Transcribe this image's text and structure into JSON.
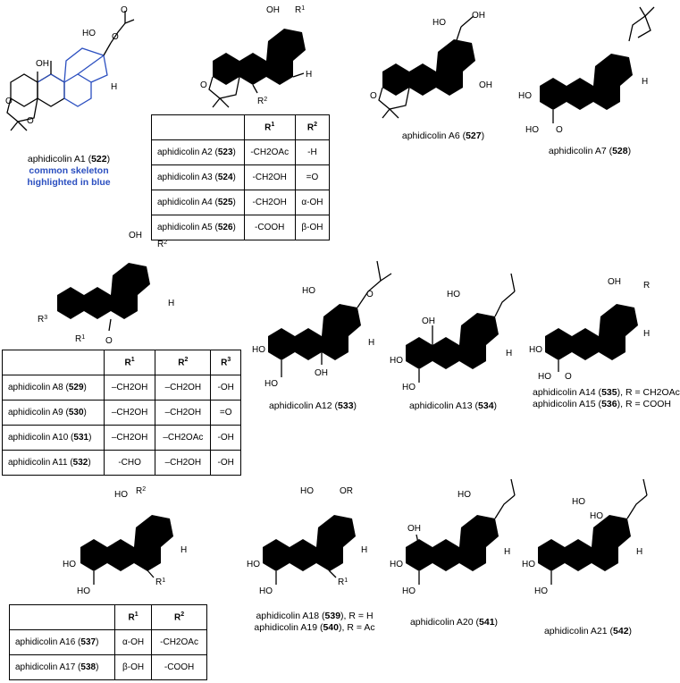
{
  "compounds": {
    "a1": {
      "name": "aphidicolin A1",
      "number": "522",
      "note1": "common skeleton",
      "note2": "highlighted in blue"
    },
    "a6": {
      "name": "aphidicolin A6",
      "number": "527"
    },
    "a7": {
      "name": "aphidicolin A7",
      "number": "528"
    },
    "a12": {
      "name": "aphidicolin A12",
      "number": "533"
    },
    "a13": {
      "name": "aphidicolin A13",
      "number": "534"
    },
    "a14": {
      "name": "aphidicolin A14",
      "number": "535",
      "r": "R = CH2OAc"
    },
    "a15": {
      "name": "aphidicolin A15",
      "number": "536",
      "r": "R = COOH"
    },
    "a18": {
      "name": "aphidicolin A18",
      "number": "539",
      "r": "R = H"
    },
    "a19": {
      "name": "aphidicolin A19",
      "number": "540",
      "r": "R = Ac"
    },
    "a20": {
      "name": "aphidicolin A20",
      "number": "541"
    },
    "a21": {
      "name": "aphidicolin A21",
      "number": "542"
    }
  },
  "table1": {
    "headers": [
      "",
      "R1",
      "R2"
    ],
    "rows": [
      {
        "name": "aphidicolin A2",
        "num": "523",
        "r1": "-CH2OAc",
        "r2": "-H"
      },
      {
        "name": "aphidicolin A3",
        "num": "524",
        "r1": "-CH2OH",
        "r2": "=O"
      },
      {
        "name": "aphidicolin A4",
        "num": "525",
        "r1": "-CH2OH",
        "r2": "α-OH"
      },
      {
        "name": "aphidicolin A5",
        "num": "526",
        "r1": "-COOH",
        "r2": "β-OH"
      }
    ]
  },
  "table2": {
    "headers": [
      "",
      "R1",
      "R2",
      "R3"
    ],
    "rows": [
      {
        "name": "aphidicolin A8",
        "num": "529",
        "r1": "–CH2OH",
        "r2": "–CH2OH",
        "r3": "-OH"
      },
      {
        "name": "aphidicolin A9",
        "num": "530",
        "r1": "–CH2OH",
        "r2": "–CH2OH",
        "r3": "=O"
      },
      {
        "name": "aphidicolin A10",
        "num": "531",
        "r1": "–CH2OH",
        "r2": "–CH2OAc",
        "r3": "-OH"
      },
      {
        "name": "aphidicolin A11",
        "num": "532",
        "r1": "-CHO",
        "r2": "–CH2OH",
        "r3": "-OH"
      }
    ]
  },
  "table3": {
    "headers": [
      "",
      "R1",
      "R2"
    ],
    "rows": [
      {
        "name": "aphidicolin A16",
        "num": "537",
        "r1": "α-OH",
        "r2": "-CH2OAc"
      },
      {
        "name": "aphidicolin A17",
        "num": "538",
        "r1": "β-OH",
        "r2": "-COOH"
      }
    ]
  },
  "atom_labels": {
    "oh": "OH",
    "ho": "HO",
    "h": "H",
    "o": "O",
    "r": "R",
    "r1": "R1",
    "r2": "R2",
    "r3": "R3",
    "or": "OR"
  }
}
